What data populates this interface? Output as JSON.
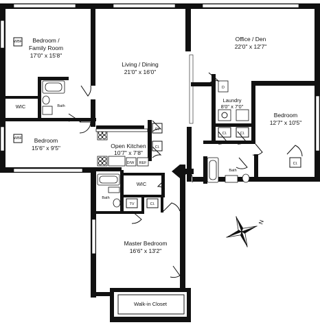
{
  "rooms": {
    "bedroom_family": {
      "name_line1": "Bedroom /",
      "name_line2": "Family Room",
      "dims": "17'0\" x 15'8\""
    },
    "living_dining": {
      "name": "Living / Dining",
      "dims": "21'0\" x 16'0\""
    },
    "office_den": {
      "name": "Office / Den",
      "dims": "22'0\" x 12'7\""
    },
    "laundry": {
      "name": "Laundry",
      "dims": "8'0\" x 7'0\""
    },
    "bedroom_east": {
      "name": "Bedroom",
      "dims": "12'7\" x 10'5\""
    },
    "bedroom_west": {
      "name": "Bedroom",
      "dims": "15'6\" x 9'5\""
    },
    "open_kitchen": {
      "name": "Open Kitchen",
      "dims": "10'7\" x 7'8\""
    },
    "master_bedroom": {
      "name": "Master Bedroom",
      "dims": "16'6\" x 13'2\""
    },
    "walk_in_closet": {
      "name": "Walk-in Closet"
    }
  },
  "small_labels": {
    "wic_west": "WIC",
    "bath_west": "Bath",
    "wbf_top": "WBF",
    "wbf_mid": "WBF",
    "cl_kitchen_top": "Cl.",
    "cl_kitchen_mid": "Cl.",
    "wic_center": "WIC",
    "bath_center": "Bath",
    "tv": "TV",
    "cl_center": "Cl.",
    "cl_laundry_left": "Cl.",
    "cl_laundry_right": "Cl.",
    "bath_east": "Bath",
    "cl_east": "Cl.",
    "dw": "D/W",
    "ref": "REF",
    "dryer": "D"
  },
  "compass": {
    "north": "N"
  }
}
